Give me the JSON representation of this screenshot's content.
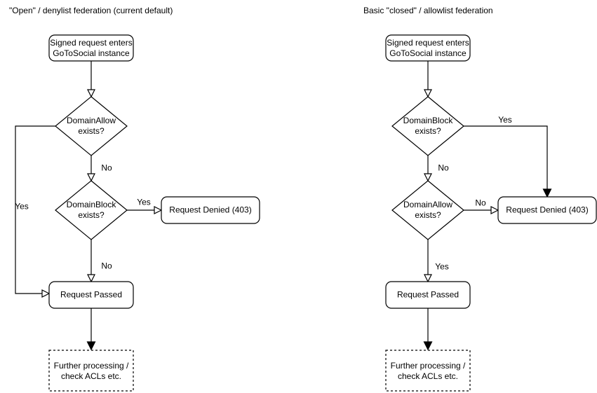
{
  "colors": {
    "stroke": "#000000",
    "background": "#ffffff",
    "text": "#000000"
  },
  "left": {
    "title": "\"Open\" / denylist federation (current default)",
    "start": {
      "line1": "Signed request enters",
      "line2": "GoToSocial instance"
    },
    "decision1": {
      "line1": "DomainAllow",
      "line2": "exists?",
      "branch_left_label": "Yes",
      "branch_down_label": "No"
    },
    "decision2": {
      "line1": "DomainBlock",
      "line2": "exists?",
      "branch_right_label": "Yes",
      "branch_down_label": "No"
    },
    "denied": "Request Denied (403)",
    "passed": "Request Passed",
    "further": {
      "line1": "Further processing /",
      "line2": "check ACLs etc."
    }
  },
  "right": {
    "title": "Basic \"closed\" / allowlist federation",
    "start": {
      "line1": "Signed request enters",
      "line2": "GoToSocial instance"
    },
    "decision1": {
      "line1": "DomainBlock",
      "line2": "exists?",
      "branch_right_label": "Yes",
      "branch_down_label": "No"
    },
    "decision2": {
      "line1": "DomainAllow",
      "line2": "exists?",
      "branch_right_label": "No",
      "branch_down_label": "Yes"
    },
    "denied": "Request Denied (403)",
    "passed": "Request Passed",
    "further": {
      "line1": "Further processing /",
      "line2": "check ACLs etc."
    }
  }
}
